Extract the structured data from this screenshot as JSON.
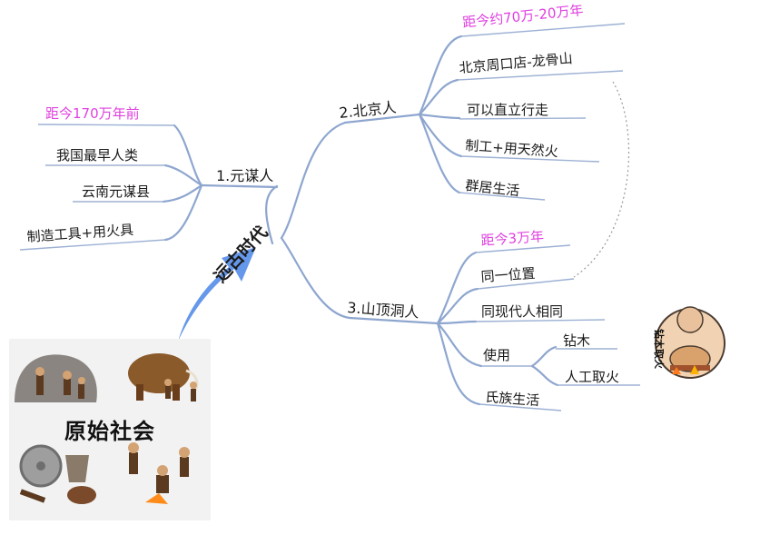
{
  "root": {
    "label": "远古时代"
  },
  "branches": {
    "yuanmou": {
      "label": "1.元谋人",
      "items": [
        "距今170万年前",
        "我国最早人类",
        "云南元谋县",
        "制造工具+用火具"
      ]
    },
    "beijing": {
      "label": "2.北京人",
      "items": [
        "距今约70万-20万年",
        "北京周口店-龙骨山",
        "可以直立行走",
        "制工+用天然火",
        "群居生活"
      ]
    },
    "shanding": {
      "label": "3.山顶洞人",
      "items": [
        "距今3万年",
        "同一位置",
        "同现代人相同",
        "使用",
        "氏族生活"
      ],
      "use_items": [
        "钻木",
        "人工取火"
      ]
    }
  },
  "panel": {
    "title": "原始社会"
  },
  "sticker": {
    "text": "钻木取火"
  },
  "colors": {
    "line": "#8ea6cf",
    "highlight": "#e040e0",
    "arrow": "#4a86e8"
  }
}
